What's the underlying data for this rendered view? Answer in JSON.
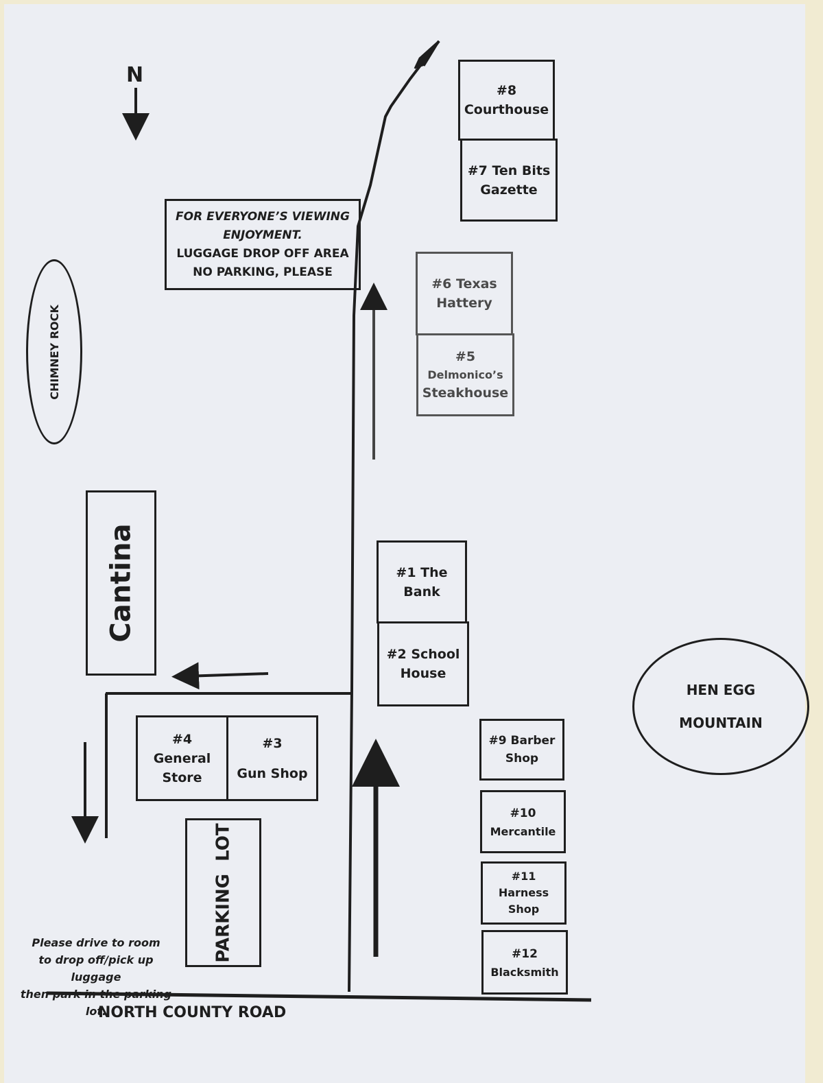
{
  "compass": {
    "label": "N"
  },
  "notice": {
    "line1": "FOR EVERYONE’S VIEWING",
    "line2": "ENJOYMENT.",
    "line3": "LUGGAGE DROP OFF AREA",
    "line4": "NO PARKING, PLEASE"
  },
  "landmarks": {
    "chimney_rock": "CHIMNEY ROCK",
    "hen_egg_line1": "HEN EGG",
    "hen_egg_line2": "MOUNTAIN"
  },
  "buildings": {
    "b8": [
      "#8",
      "Courthouse"
    ],
    "b7": [
      "#7 Ten Bits",
      "Gazette"
    ],
    "b6": [
      "#6 Texas",
      "Hattery"
    ],
    "b5": [
      "#5",
      "Delmonico’s",
      "Steakhouse"
    ],
    "b1": [
      "#1 The",
      "Bank"
    ],
    "b2": [
      "#2 School",
      "House"
    ],
    "b9": [
      "#9 Barber",
      "Shop"
    ],
    "b10": [
      "#10",
      "Mercantile"
    ],
    "b11": [
      "#11",
      "Harness",
      "Shop"
    ],
    "b12": [
      "#12",
      "Blacksmith"
    ],
    "b4": [
      "#4",
      "General",
      "Store"
    ],
    "b3": [
      "#3",
      "Gun Shop"
    ],
    "cantina": "Cantina",
    "parking_lot": "PARKING  LOT"
  },
  "instructions": {
    "line1": "Please drive to room",
    "line2": "to drop off/pick up luggage",
    "line3": "then park in the parking lot."
  },
  "road": {
    "label": "NORTH COUNTY ROAD"
  }
}
